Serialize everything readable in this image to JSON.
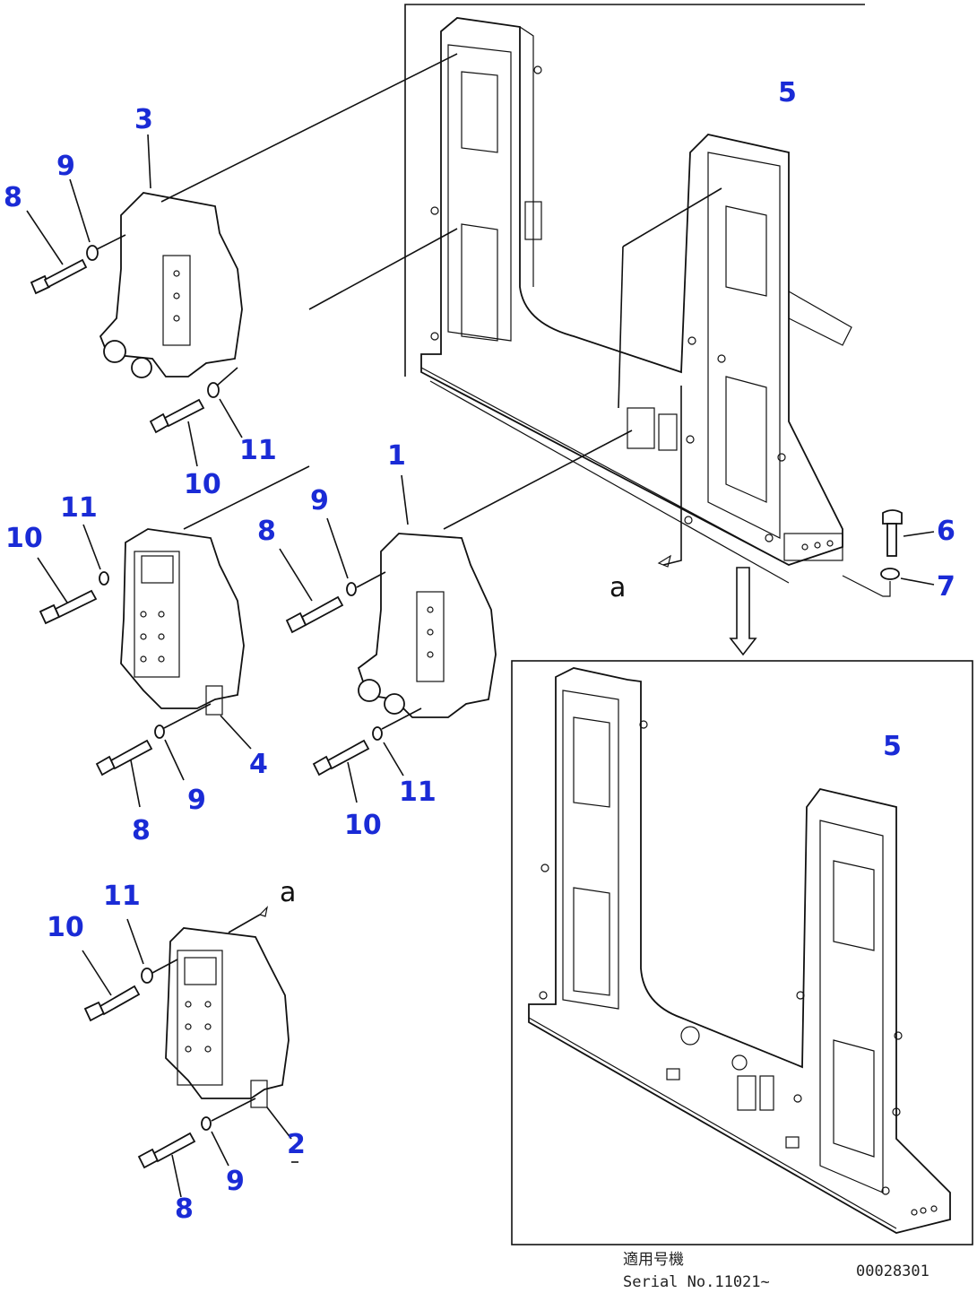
{
  "callouts": {
    "c1": "1",
    "c2": "2",
    "c3": "3",
    "c4": "4",
    "c5a": "5",
    "c5b": "5",
    "c6": "6",
    "c7": "7",
    "c8a": "8",
    "c8b": "8",
    "c8c": "8",
    "c8d": "8",
    "c9a": "9",
    "c9b": "9",
    "c9c": "9",
    "c9d": "9",
    "c10a": "10",
    "c10b": "10",
    "c10c": "10",
    "c10d": "10",
    "c11a": "11",
    "c11b": "11",
    "c11c": "11",
    "c11d": "11"
  },
  "view_refs": {
    "a1": "a",
    "a2": "a"
  },
  "footer": {
    "applicable_label": "適用号機",
    "serial_text": "Serial No.11021~",
    "drawing_number": "00028301"
  }
}
